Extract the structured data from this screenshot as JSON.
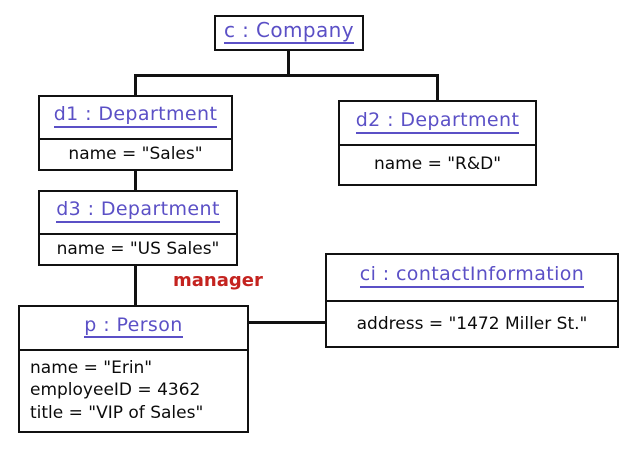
{
  "diagram": {
    "kind": "uml-object-diagram",
    "colors": {
      "object_name": "#5b50c6",
      "border": "#111111",
      "role_label": "#c4231f",
      "background": "#ffffff",
      "attribute_text": "#0b0b0b"
    },
    "objects": [
      {
        "id": "company",
        "title": "c : Company",
        "slots": []
      },
      {
        "id": "d1",
        "title": "d1 : Department",
        "slots": [
          "name = \"Sales\""
        ]
      },
      {
        "id": "d2",
        "title": "d2 : Department",
        "slots": [
          "name = \"R&D\""
        ]
      },
      {
        "id": "d3",
        "title": "d3 : Department",
        "slots": [
          "name = \"US Sales\""
        ]
      },
      {
        "id": "contact_information",
        "title": "ci : contactInformation",
        "slots": [
          "address = \"1472 Miller St.\""
        ]
      },
      {
        "id": "person",
        "title": "p : Person",
        "slots": [
          "name = \"Erin\"",
          "employeeID = 4362",
          "title = \"VIP of Sales\""
        ]
      }
    ],
    "links": [
      {
        "id": "company-d1",
        "from": "company",
        "to": "d1",
        "label": ""
      },
      {
        "id": "company-d2",
        "from": "company",
        "to": "d2",
        "label": ""
      },
      {
        "id": "d1-d3",
        "from": "d1",
        "to": "d3",
        "label": ""
      },
      {
        "id": "d3-person",
        "from": "d3",
        "to": "person",
        "label": "manager"
      },
      {
        "id": "person-ci",
        "from": "person",
        "to": "contact_information",
        "label": ""
      }
    ],
    "role_labels": [
      {
        "id": "manager",
        "text": "manager"
      }
    ]
  }
}
